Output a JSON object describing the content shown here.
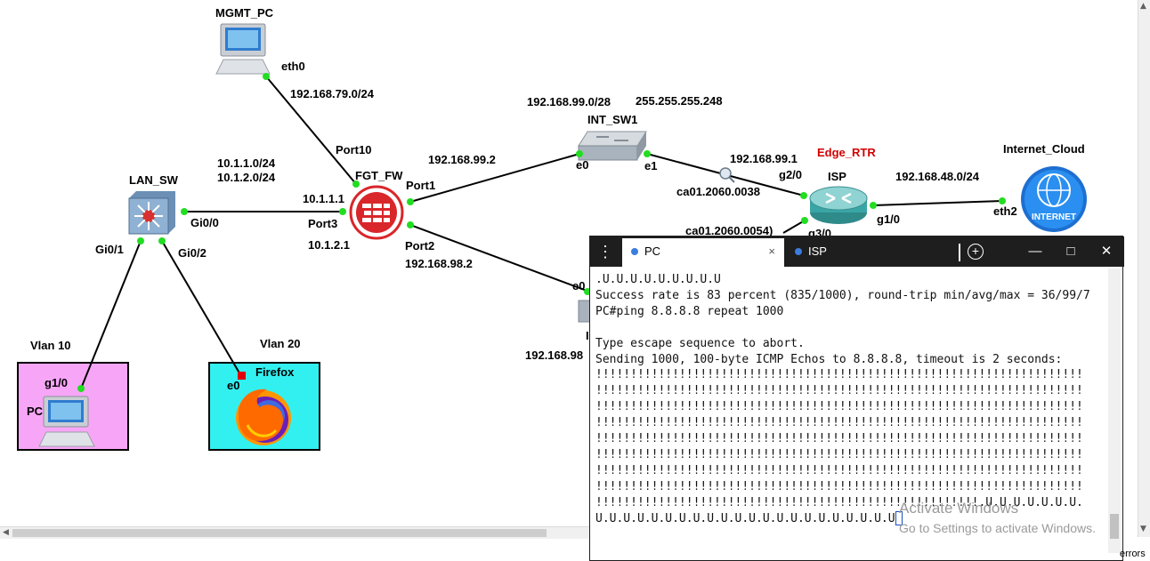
{
  "topology": {
    "nodes": {
      "mgmt_pc": "MGMT_PC",
      "lan_sw": "LAN_SW",
      "fgt_fw": "FGT_FW",
      "int_sw1": "INT_SW1",
      "edge_rtr": "Edge_RTR",
      "isp": "ISP",
      "internet_cloud": "Internet_Cloud",
      "internet_text": "INTERNET",
      "pc": "PC",
      "firefox": "Firefox"
    },
    "zones": {
      "vlan10": "Vlan 10",
      "vlan20": "Vlan 20"
    },
    "labels": {
      "eth0": "eth0",
      "net_79": "192.168.79.0/24",
      "port10": "Port10",
      "net_10_1_1": "10.1.1.0/24",
      "net_10_1_2": "10.1.2.0/24",
      "ip_10_1_1_1": "10.1.1.1",
      "port3": "Port3",
      "ip_10_1_2_1": "10.1.2.1",
      "gi0_0": "Gi0/0",
      "gi0_1": "Gi0/1",
      "gi0_2": "Gi0/2",
      "port1": "Port1",
      "port2": "Port2",
      "ip_99_2": "192.168.99.2",
      "ip_98_2": "192.168.98.2",
      "net_99": "192.168.99.0/28",
      "mask": "255.255.255.248",
      "e0_sw": "e0",
      "e1_sw": "e1",
      "ip_99_1": "192.168.99.1",
      "g2_0": "g2/0",
      "cap_1": "ca01.2060.0038",
      "cap_2": "ca01.2060.0054)",
      "g3_0": "g3/0",
      "g1_0_isp": "g1/0",
      "net_48": "192.168.48.0/24",
      "eth2": "eth2",
      "e0_lower": "e0",
      "lower_partial": "I",
      "ip_98_partial": "192.168.98",
      "g1_0_pc": "g1/0",
      "e0_ff": "e0"
    }
  },
  "console": {
    "menu_icon": "kebab-icon",
    "tabs": [
      {
        "label": "PC",
        "close": "×"
      },
      {
        "label": "ISP"
      }
    ],
    "new_tab": "+",
    "controls": {
      "minimize": "—",
      "maximize": "□",
      "close": "✕"
    },
    "lines": [
      ".U.U.U.U.U.U.U.U.U",
      "Success rate is 83 percent (835/1000), round-trip min/avg/max = 36/99/7",
      "PC#ping 8.8.8.8 repeat 1000",
      "",
      "Type escape sequence to abort.",
      "Sending 1000, 100-byte ICMP Echos to 8.8.8.8, timeout is 2 seconds:",
      "!!!!!!!!!!!!!!!!!!!!!!!!!!!!!!!!!!!!!!!!!!!!!!!!!!!!!!!!!!!!!!!!!!!!!!",
      "!!!!!!!!!!!!!!!!!!!!!!!!!!!!!!!!!!!!!!!!!!!!!!!!!!!!!!!!!!!!!!!!!!!!!!",
      "!!!!!!!!!!!!!!!!!!!!!!!!!!!!!!!!!!!!!!!!!!!!!!!!!!!!!!!!!!!!!!!!!!!!!!",
      "!!!!!!!!!!!!!!!!!!!!!!!!!!!!!!!!!!!!!!!!!!!!!!!!!!!!!!!!!!!!!!!!!!!!!!",
      "!!!!!!!!!!!!!!!!!!!!!!!!!!!!!!!!!!!!!!!!!!!!!!!!!!!!!!!!!!!!!!!!!!!!!!",
      "!!!!!!!!!!!!!!!!!!!!!!!!!!!!!!!!!!!!!!!!!!!!!!!!!!!!!!!!!!!!!!!!!!!!!!",
      "!!!!!!!!!!!!!!!!!!!!!!!!!!!!!!!!!!!!!!!!!!!!!!!!!!!!!!!!!!!!!!!!!!!!!!",
      "!!!!!!!!!!!!!!!!!!!!!!!!!!!!!!!!!!!!!!!!!!!!!!!!!!!!!!!!!!!!!!!!!!!!!!",
      "!!!!!!!!!!!!!!!!!!!!!!!!!!!!!!!!!!!!!!!!!!!!!!!!!!!!!!!.U.U.U.U.U.U.U.",
      "U.U.U.U.U.U.U.U.U.U.U.U.U.U.U.U.U.U.U.U.U.U"
    ]
  },
  "watermark": {
    "line1": "Activate Windows",
    "line2": "Go to Settings to activate Windows."
  },
  "status": {
    "errors": "errors"
  },
  "colors": {
    "link_dot": "#22dd22",
    "vlan10_bg": "#f7a6f7",
    "vlan20_bg": "#33f0f0",
    "firewall": "#d9262b",
    "edge_label": "#d40000"
  }
}
